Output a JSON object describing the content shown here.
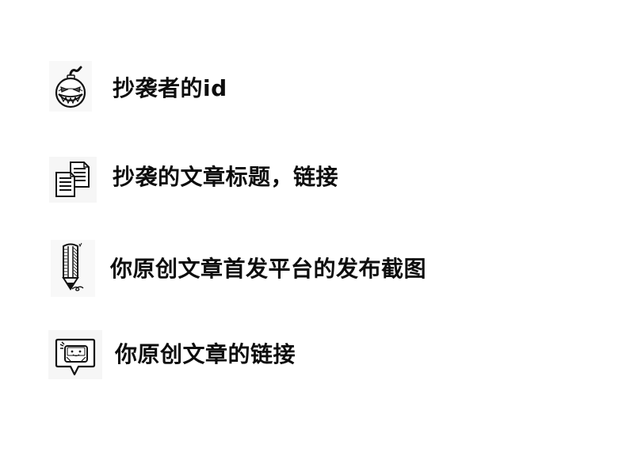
{
  "items": [
    {
      "icon": "bomb-face-icon",
      "label": "抄袭者的id"
    },
    {
      "icon": "documents-icon",
      "label": "抄袭的文章标题，链接"
    },
    {
      "icon": "pencil-icon",
      "label": "你原创文章首发平台的发布截图"
    },
    {
      "icon": "speech-bubble-face-icon",
      "label": "你原创文章的链接"
    }
  ],
  "colors": {
    "background": "#ffffff",
    "text": "#0d0d0d",
    "icon_background": "#f6f6f6"
  }
}
